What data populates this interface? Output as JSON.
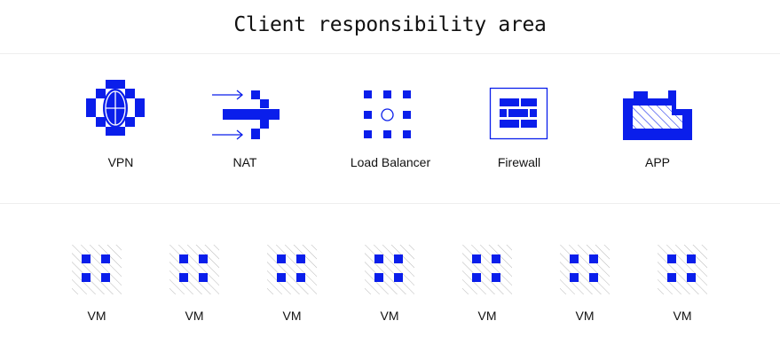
{
  "title": "Client responsibility area",
  "colors": {
    "accent": "#0a1eeb",
    "hatch": "#b8b8b8",
    "divider": "#eeeeee",
    "text": "#111111"
  },
  "services": [
    {
      "label": "VPN",
      "icon": "vpn-icon"
    },
    {
      "label": "NAT",
      "icon": "nat-icon"
    },
    {
      "label": "Load Balancer",
      "icon": "load-balancer-icon"
    },
    {
      "label": "Firewall",
      "icon": "firewall-icon"
    },
    {
      "label": "APP",
      "icon": "app-icon"
    }
  ],
  "vms": [
    {
      "label": "VM",
      "icon": "vm-icon"
    },
    {
      "label": "VM",
      "icon": "vm-icon"
    },
    {
      "label": "VM",
      "icon": "vm-icon"
    },
    {
      "label": "VM",
      "icon": "vm-icon"
    },
    {
      "label": "VM",
      "icon": "vm-icon"
    },
    {
      "label": "VM",
      "icon": "vm-icon"
    },
    {
      "label": "VM",
      "icon": "vm-icon"
    }
  ]
}
